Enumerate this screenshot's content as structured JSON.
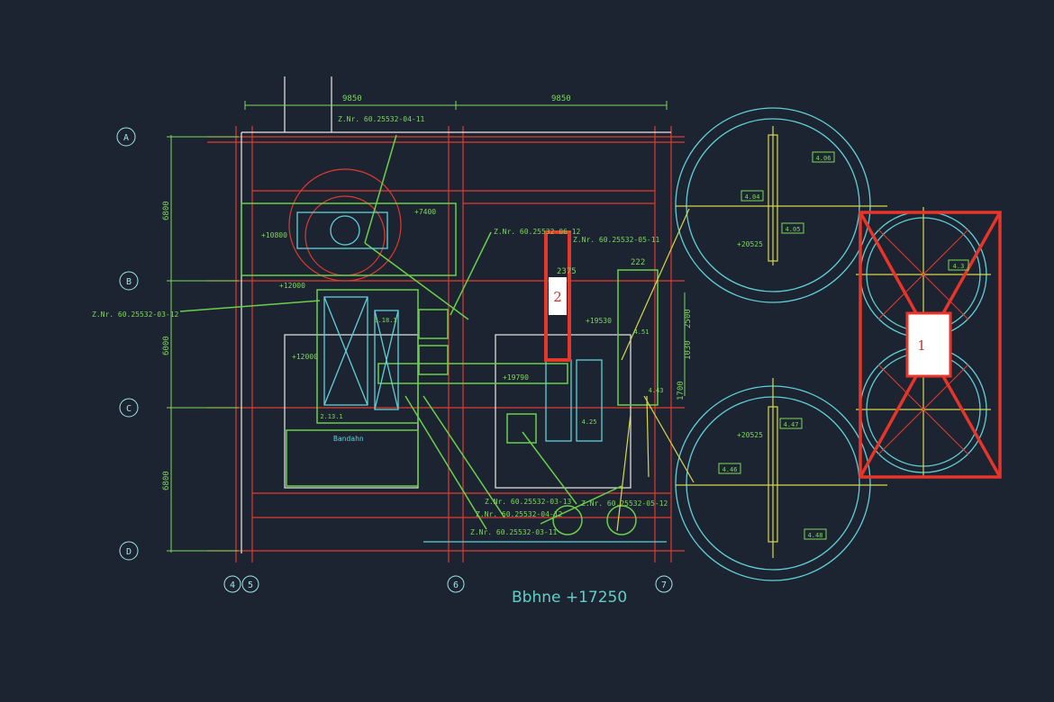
{
  "drawing": {
    "title": "Bbhne +17250",
    "colors": {
      "background": "#1d2431",
      "grid": "#e03a2f",
      "equipment": "#6ad04a",
      "pipe": "#5fd0d8",
      "centerline": "#d8d84a",
      "highlight": "#e8352a"
    },
    "grid_rows": [
      "A",
      "B",
      "C",
      "D"
    ],
    "grid_columns": [
      "4",
      "5",
      "6",
      "7"
    ],
    "dimensions": {
      "top": [
        "9850",
        "9850"
      ],
      "left": [
        "6800",
        "6000",
        "6800"
      ],
      "other": [
        "2375",
        "222",
        "2500",
        "1030",
        "1700"
      ]
    },
    "drawing_refs": [
      "Z.Nr. 60.25532-04-11",
      "Z.Nr. 60.25532-06-12",
      "Z.Nr. 60.25532-05-11",
      "Z.Nr. 60.25532-03-12",
      "Z.Nr. 60.25532-03-13",
      "Z.Nr. 60.25532-04-12",
      "Z.Nr. 60.25532-03-11",
      "Z.Nr. 60.25532-05-12"
    ],
    "elevations": [
      "+7400",
      "+10800",
      "+12000",
      "+12000",
      "+19790",
      "+19530",
      "+20525",
      "+20525"
    ],
    "tags": [
      "4.06",
      "4.04",
      "4.05",
      "4.47",
      "4.46",
      "4.48",
      "4.3",
      "3.18.1",
      "2.13.1",
      "4.51",
      "4.43",
      "4.25"
    ],
    "notes": [
      "Bandahn"
    ],
    "markers": [
      "1",
      "2"
    ]
  }
}
